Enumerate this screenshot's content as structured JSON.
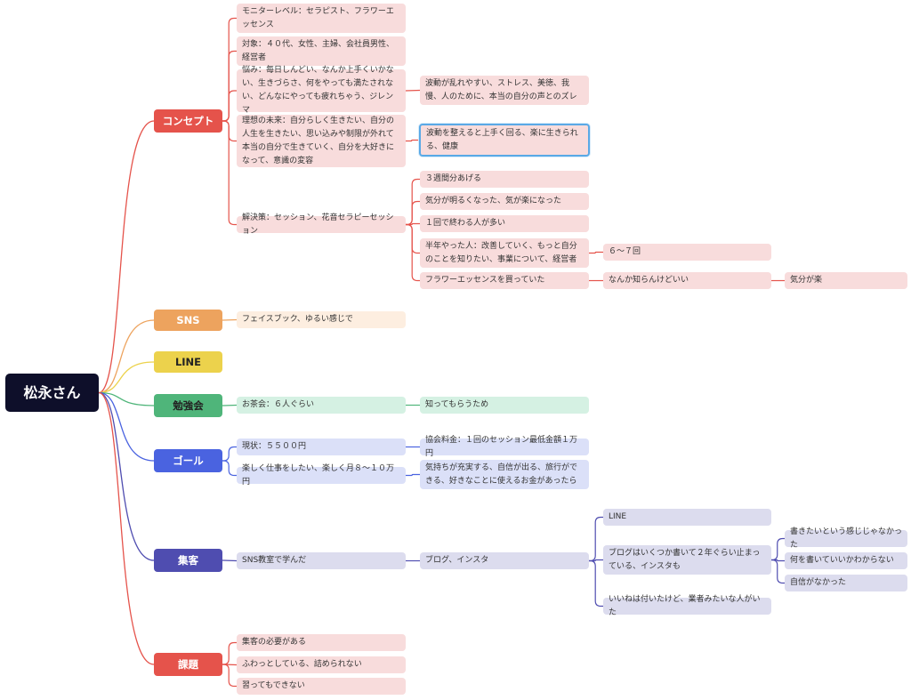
{
  "colors": {
    "root_bg": "#0e0f2a",
    "concept": "#e5534b",
    "concept_sub": "#f8dcdc",
    "sns": "#eda35e",
    "sns_sub": "#fdeee0",
    "line": "#ecd24c",
    "study": "#4fb57a",
    "study_sub": "#d5f1e3",
    "goal": "#4a63e0",
    "goal_sub": "#dbe0f8",
    "collect": "#4f4db0",
    "collect_sub": "#dcdcee",
    "issue": "#e5534b",
    "issue_sub": "#f8dcdc",
    "selection": "#5aa9e6"
  },
  "root": {
    "label": "松永さん"
  },
  "branches": {
    "concept": {
      "label": "コンセプト",
      "monitor": "モニターレベル：セラピスト、フラワーエッセンス",
      "target": "対象：４０代、女性、主婦、会社員男性、経営者",
      "worry": "悩み：毎日しんどい、なんか上手くいかない、生きづらさ、何をやっても満たされない、どんなにやっても疲れちゃう、ジレンマ",
      "worry_detail": "波動が乱れやすい、ストレス、美徳、我慢、人のために、本当の自分の声とのズレ",
      "ideal": "理想の未来：自分らしく生きたい、自分の人生を生きたい、思い込みや制限が外れて本当の自分で生きていく、自分を大好きになって、意識の変容",
      "ideal_detail": "波動を整えると上手く回る、楽に生きられる、健康",
      "solution": "解決策：セッション、花音セラピーセッション",
      "sol_items": {
        "a": "３週間分あげる",
        "b": "気分が明るくなった、気が楽になった",
        "c": "１回で終わる人が多い",
        "d": "半年やった人：改善していく、もっと自分のことを知りたい、事業について、経営者",
        "d_detail": "６〜７回",
        "e": "フラワーエッセンスを買っていた",
        "e_detail": "なんか知らんけどいい",
        "e_detail2": "気分が楽"
      }
    },
    "sns": {
      "label": "SNS",
      "detail": "フェイスブック、ゆるい感じで"
    },
    "line": {
      "label": "LINE"
    },
    "study": {
      "label": "勉強会",
      "detail": "お茶会：６人ぐらい",
      "detail2": "知ってもらうため"
    },
    "goal": {
      "label": "ゴール",
      "current": "現状：５５００円",
      "current_detail": "協会料金：１回のセッション最低金額１万円",
      "want": "楽しく仕事をしたい、楽しく月８〜１０万円",
      "want_detail": "気持ちが充実する、自信が出る、旅行ができる、好きなことに使えるお金があったら"
    },
    "collect": {
      "label": "集客",
      "learned": "SNS教室で学んだ",
      "blog": "ブログ、インスタ",
      "line": "LINE",
      "blog_stop": "ブログはいくつか書いて２年ぐらい止まっている、インスタも",
      "r1": "書きたいという感じじゃなかった",
      "r2": "何を書いていいかわからない",
      "r3": "自信がなかった",
      "likes": "いいねは付いたけど、業者みたいな人がいた"
    },
    "issue": {
      "label": "課題",
      "i1": "集客の必要がある",
      "i2": "ふわっとしている、詰められない",
      "i3": "習ってもできない"
    }
  }
}
